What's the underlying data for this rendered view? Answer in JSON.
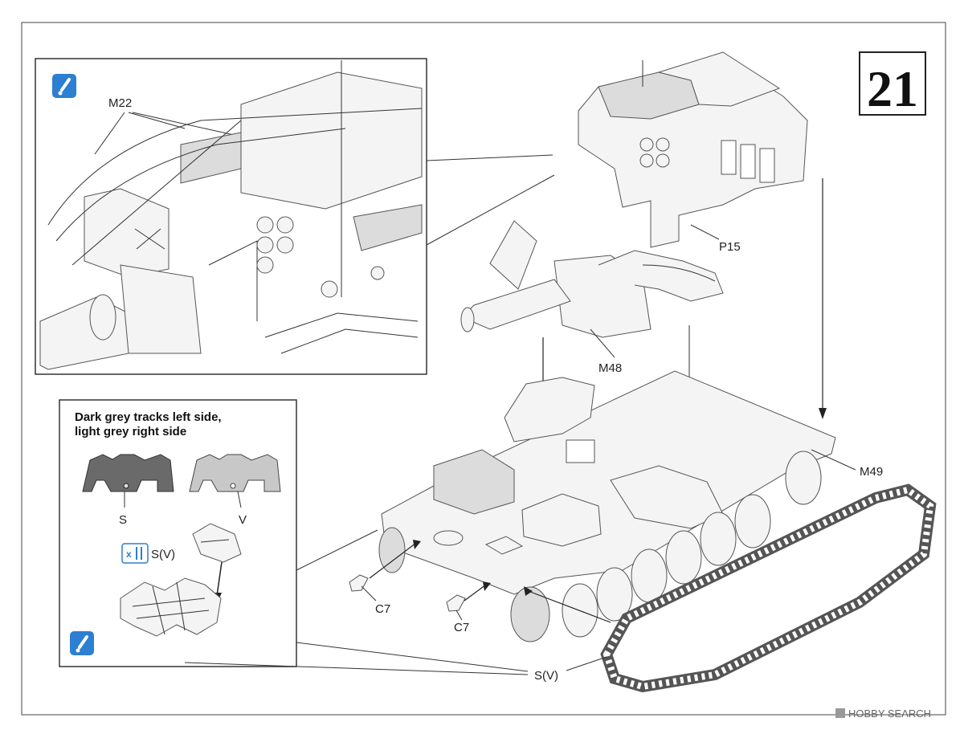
{
  "step_number": "21",
  "labels": {
    "m22": "M22",
    "p15": "P15",
    "m48": "M48",
    "m49": "M49",
    "c7_left": "C7",
    "c7_right": "C7",
    "sv_bottom": "S(V)",
    "sv_inset": "S(V)",
    "s": "S",
    "v": "V"
  },
  "track_note": {
    "line1": "Dark grey tracks left side,",
    "line2": "light grey right side"
  },
  "quantity_badge": "x",
  "watermark": {
    "brand": "HOBBY SEARCH"
  },
  "colors": {
    "info_icon": "#2d7fd1",
    "dark_track": "#6a6a6a",
    "light_track": "#c8c8c8",
    "line": "#333333"
  },
  "icons": [
    "info-icon",
    "info-icon",
    "quantity-icon"
  ]
}
